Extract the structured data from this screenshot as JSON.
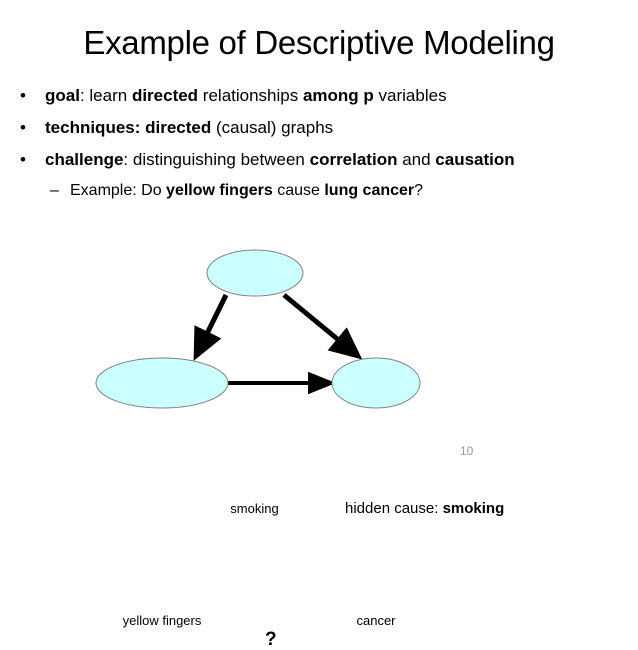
{
  "slide": {
    "title": "Example of Descriptive Modeling",
    "page_number": "10"
  },
  "bullets": [
    {
      "marker": "•",
      "parts": [
        {
          "text": "goal",
          "bold": true
        },
        {
          "text": ": learn ",
          "bold": false
        },
        {
          "text": "directed",
          "bold": true
        },
        {
          "text": " relationships ",
          "bold": false
        },
        {
          "text": "among p",
          "bold": true
        },
        {
          "text": " variables",
          "bold": false
        }
      ]
    },
    {
      "marker": "•",
      "parts": [
        {
          "text": "techniques: directed",
          "bold": true
        },
        {
          "text": " (causal) graphs",
          "bold": false
        }
      ]
    },
    {
      "marker": "•",
      "parts": [
        {
          "text": "challenge",
          "bold": true
        },
        {
          "text": ": distinguishing between ",
          "bold": false
        },
        {
          "text": "correlation",
          "bold": true
        },
        {
          "text": " and ",
          "bold": false
        },
        {
          "text": "causation",
          "bold": true
        }
      ]
    }
  ],
  "sub_bullet": {
    "marker": "–",
    "parts": [
      {
        "text": "Example:  Do ",
        "bold": false
      },
      {
        "text": "yellow fingers",
        "bold": true
      },
      {
        "text": " cause ",
        "bold": false
      },
      {
        "text": "lung cancer",
        "bold": true
      },
      {
        "text": "?",
        "bold": false
      }
    ]
  },
  "diagram": {
    "nodes": [
      {
        "id": "smoking",
        "label": "smoking"
      },
      {
        "id": "yellow-fingers",
        "label": "yellow fingers"
      },
      {
        "id": "cancer",
        "label": "cancer"
      }
    ],
    "edge_label": "?",
    "annotation": {
      "prefix": "hidden cause: ",
      "emphasis": "smoking"
    },
    "colors": {
      "node_fill": "#CCFFFF",
      "node_stroke": "#808080",
      "edge": "#000000"
    }
  }
}
